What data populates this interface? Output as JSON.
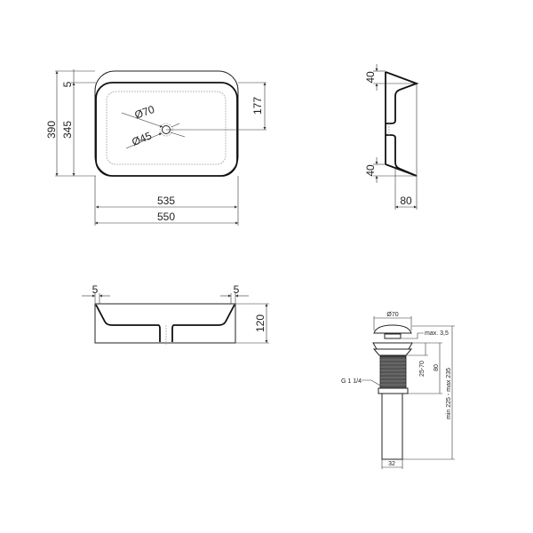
{
  "top_view": {
    "width_outer": "550",
    "width_inner": "535",
    "depth_outer": "390",
    "depth_inner": "345",
    "rim": "5",
    "drain_offset": "177",
    "drain_outer_dia": "Ø70",
    "drain_inner_dia": "Ø45"
  },
  "side_view": {
    "top_edge": "40",
    "bottom_edge": "40",
    "depth": "80"
  },
  "front_view": {
    "left_rim": "5",
    "right_rim": "5",
    "height": "120"
  },
  "drain": {
    "cap_dia": "Ø70",
    "max_gap": "max. 3,5",
    "thread_range": "25-70",
    "body_height": "80",
    "total_length": "min 225 - max 235",
    "thread": "G 1 1/4",
    "pipe_dia": "32"
  },
  "colors": {
    "line": "#111111",
    "hidden": "#aaaaaa",
    "background": "#ffffff"
  }
}
